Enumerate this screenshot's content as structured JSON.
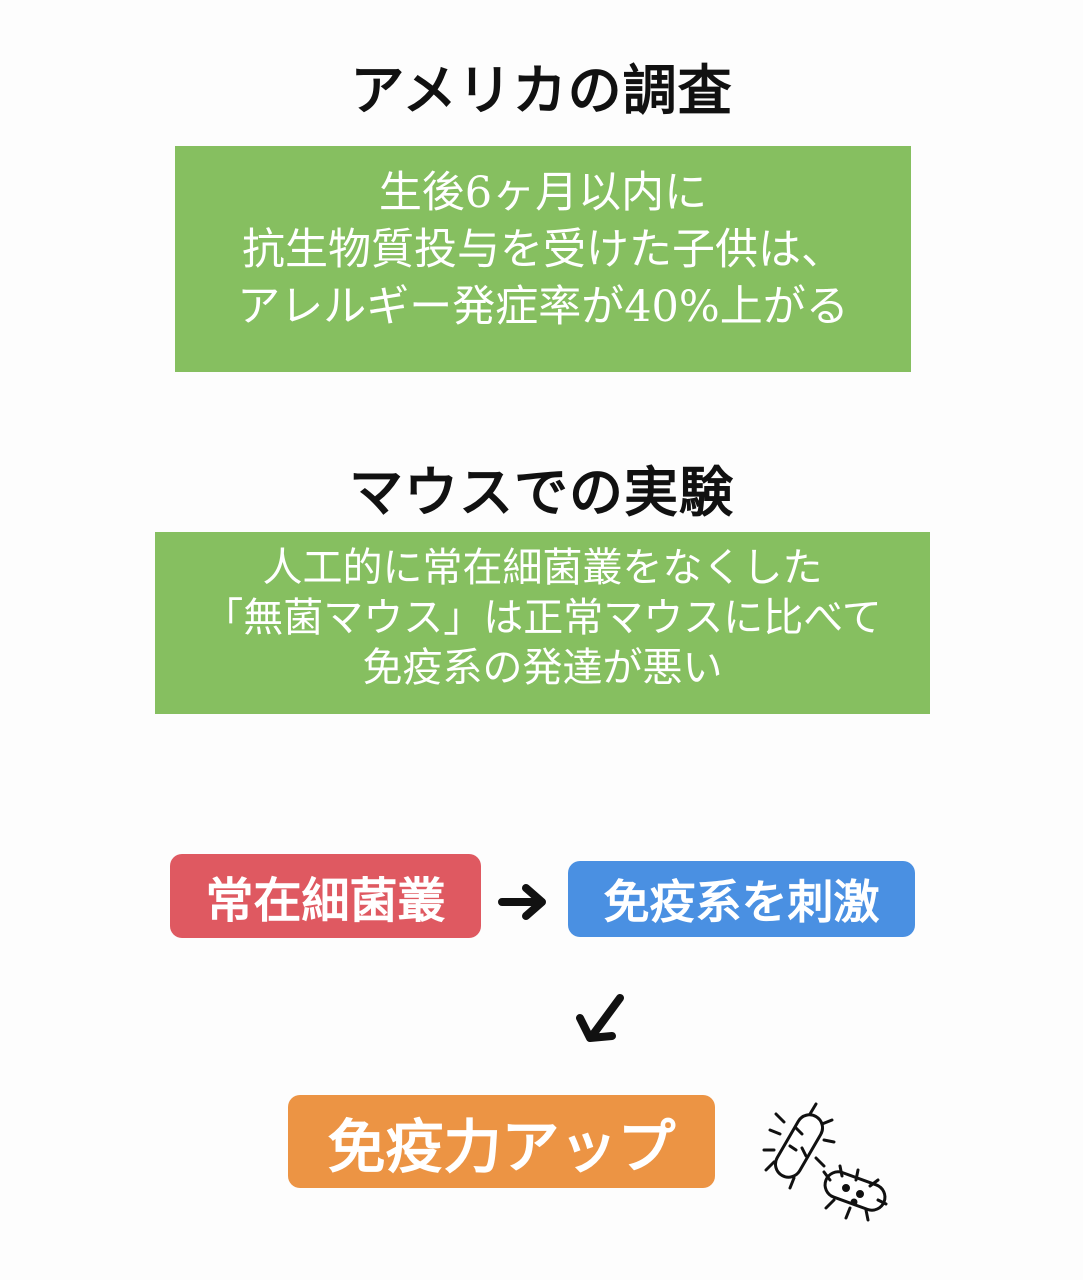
{
  "section1": {
    "title": "アメリカの調査",
    "box_lines": [
      "生後6ヶ月以内に",
      "抗生物質投与を受けた子供は、",
      "アレルギー発症率が40%上がる"
    ]
  },
  "section2": {
    "title": "マウスでの実験",
    "box_lines": [
      "人工的に常在細菌叢をなくした",
      "「無菌マウス」は正常マウスに比べて",
      "免疫系の発達が悪い"
    ]
  },
  "flow": {
    "step1": "常在細菌叢",
    "step2": "免疫系を刺激",
    "result": "免疫力アップ",
    "colors": {
      "step1": "#df5961",
      "step2": "#4a90e2",
      "result": "#ec9444",
      "box": "#86bf60"
    },
    "icons": [
      "arrow-right-icon",
      "arrow-down-left-icon",
      "bacteria-icon"
    ]
  }
}
